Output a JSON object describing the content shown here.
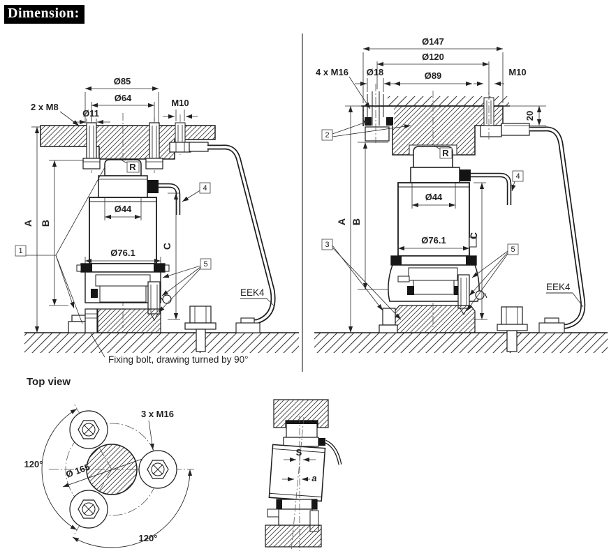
{
  "page": {
    "title": "Dimension:"
  },
  "left_view": {
    "dim_d85": "Ø85",
    "dim_d64": "Ø64",
    "dim_d11": "Ø11",
    "dim_2xm8": "2 x M8",
    "dim_m10": "M10",
    "dim_r": "R",
    "dim_d44": "Ø44",
    "dim_d76": "Ø76.1",
    "dim_a": "A",
    "dim_b": "B",
    "dim_c": "C",
    "callout_1": "1",
    "callout_4": "4",
    "callout_5": "5",
    "cable_label": "EEK4",
    "note": "Fixing bolt, drawing turned by 90°"
  },
  "right_view": {
    "dim_d147": "Ø147",
    "dim_d120": "Ø120",
    "dim_d18": "Ø18",
    "dim_d89": "Ø89",
    "dim_4xm16": "4 x M16",
    "dim_m10": "M10",
    "dim_20": "20",
    "dim_r": "R",
    "dim_d44": "Ø44",
    "dim_d76": "Ø76.1",
    "dim_a": "A",
    "dim_b": "B",
    "dim_c": "C",
    "callout_2": "2",
    "callout_3": "3",
    "callout_4": "4",
    "callout_5": "5",
    "cable_label": "EEK4"
  },
  "top_view": {
    "title": "Top view",
    "dim_3xm16": "3 x M16",
    "dim_d165": "Ø 165",
    "dim_angle_left": "120°",
    "dim_angle_bottom": "120°"
  },
  "tilted_view": {
    "dim_s": "S",
    "dim_a": "a"
  },
  "colors": {
    "ink": "#1f1f1f",
    "paper": "#ffffff",
    "header_bg": "#000000",
    "header_fg": "#ffffff"
  }
}
